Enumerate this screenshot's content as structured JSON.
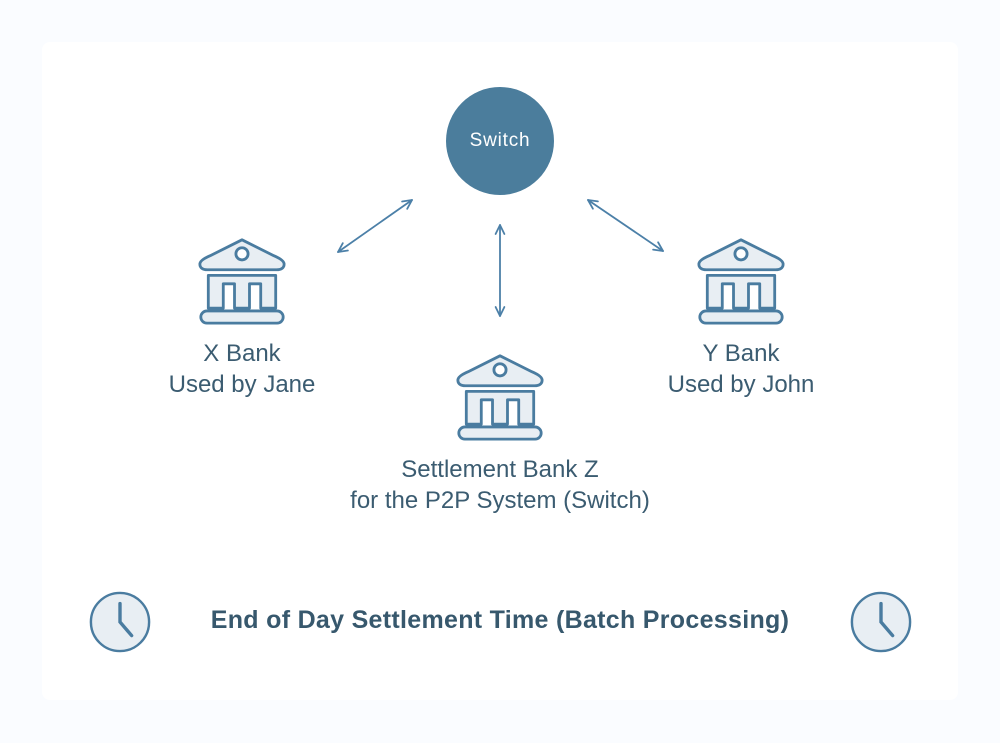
{
  "colors": {
    "background": "#fafcff",
    "card": "#ffffff",
    "node_fill": "#4b7d9c",
    "node_text": "#ffffff",
    "icon_stroke": "#4a7ca0",
    "icon_fill": "#e8eef3",
    "arrow": "#4c80a8",
    "label_text": "#3b5c71",
    "headline_text": "#37586d"
  },
  "diagram": {
    "switch_node": {
      "label": "Switch"
    },
    "banks": {
      "x": {
        "name": "X Bank",
        "subtitle": "Used by Jane",
        "icon": "bank-icon"
      },
      "y": {
        "name": "Y Bank",
        "subtitle": "Used by John",
        "icon": "bank-icon"
      },
      "settlement": {
        "name": "Settlement Bank Z",
        "subtitle": "for the P2P System (Switch)",
        "icon": "bank-icon"
      }
    },
    "connections": [
      {
        "from": "switch",
        "to": "x-bank",
        "bidirectional": true
      },
      {
        "from": "switch",
        "to": "settlement-bank-z",
        "bidirectional": true
      },
      {
        "from": "switch",
        "to": "y-bank",
        "bidirectional": true
      }
    ],
    "footer": {
      "headline": "End of Day Settlement Time (Batch Processing)",
      "left_icon": "clock-icon",
      "right_icon": "clock-icon"
    }
  }
}
